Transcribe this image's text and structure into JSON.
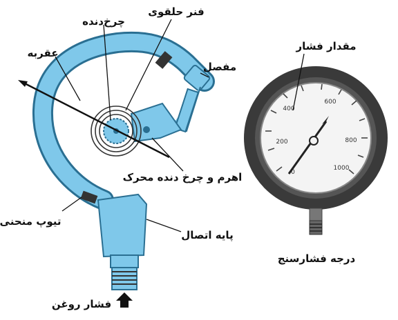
{
  "labels": {
    "spring": "فنر حلقوی",
    "gear": "چرخ‌دنده",
    "pointer": "عقربه",
    "joint": "مفصل",
    "lever": "اهرم و چرخ دنده محرک",
    "bourdon_tube": "تیوپ منحنی",
    "connection_base": "پایه اتصال",
    "oil_pressure": "فشار روغن",
    "pressure_amount": "مقدار فشار",
    "gauge_caption": "درجه فشارسنج"
  },
  "dial": {
    "ticks": [
      "200",
      "400",
      "600",
      "800",
      "1000",
      "0"
    ]
  },
  "colors": {
    "tube": "#7fc8ea",
    "tube_stroke": "#2a6f92",
    "gauge_case": "#3a3a3a",
    "dial_face": "#f4f4f4"
  }
}
